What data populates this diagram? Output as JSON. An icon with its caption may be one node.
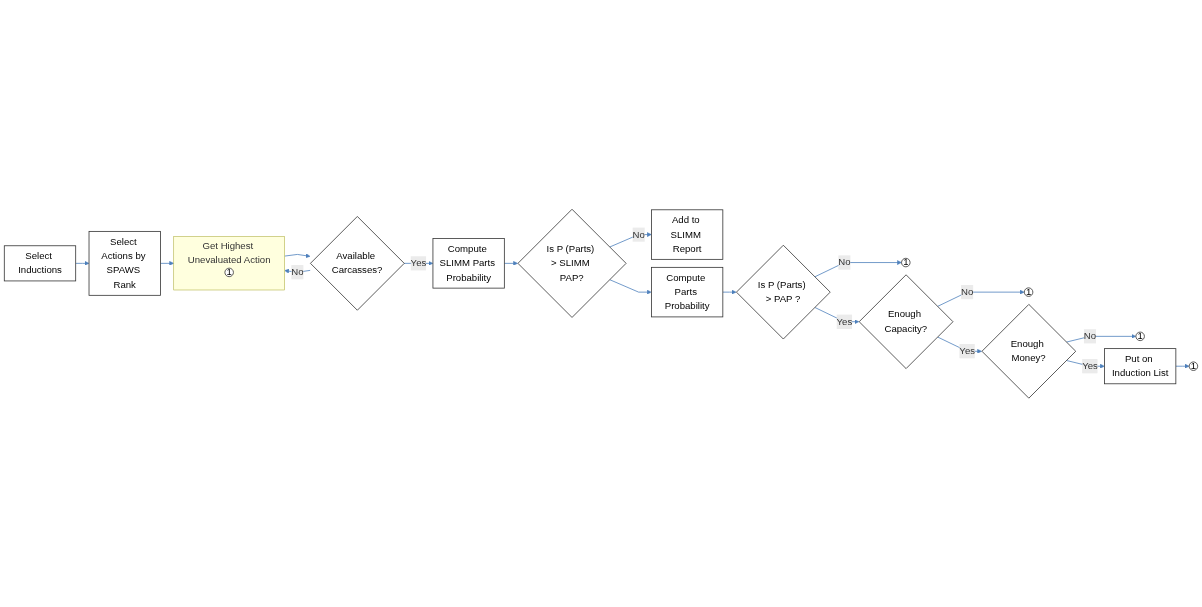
{
  "diagram": {
    "nodes": [
      {
        "text": [
          "Select Inductions"
        ]
      },
      {
        "text": [
          "Select Actions by SPAWS Rank"
        ]
      },
      {
        "text": [
          "Get Highest Unevaluated Action"
        ]
      },
      {
        "text": [
          "1"
        ],
        "in": 2
      },
      {
        "text": [
          "Available Carcasses?"
        ]
      },
      {
        "text": [
          "Compute SLIMM Parts Probability"
        ]
      },
      {
        "text": [
          "Is P (Parts) > SLIMM PAP?"
        ]
      },
      {
        "text": [
          "Add to SLIMM Report"
        ]
      },
      {
        "text": [
          "Compute Parts Probability"
        ]
      },
      {
        "text": [
          "1"
        ]
      },
      {
        "text": [
          "Is P (Parts) > PAP ?"
        ]
      },
      {
        "text": [
          "Enough Capacity?"
        ]
      },
      {
        "text": [
          "1"
        ]
      },
      {
        "text": [
          "Enough Money?"
        ]
      },
      {
        "text": [
          "1"
        ]
      },
      {
        "text": [
          "Put on Induction List"
        ]
      },
      {
        "text": [
          "1"
        ]
      }
    ],
    "edges": [
      {
        "from": 0,
        "to": 1,
        "arrow": "to"
      },
      {
        "from": 1,
        "to": 2,
        "arrow": "to"
      },
      {
        "from": 2,
        "to": 4,
        "arrow": "to"
      },
      {
        "from": 4,
        "to": 2,
        "arrow": "to",
        "label": "No"
      },
      {
        "from": 4,
        "to": 5,
        "arrow": "to",
        "label": "Yes"
      },
      {
        "from": 5,
        "to": 6,
        "arrow": "to"
      },
      {
        "from": 6,
        "to": 7,
        "arrow": "to",
        "label": "No"
      },
      {
        "from": 6,
        "to": 8,
        "arrow": "to"
      },
      {
        "from": 8,
        "to": 10,
        "arrow": "to"
      },
      {
        "from": 10,
        "to": 9,
        "arrow": "to",
        "label": "No"
      },
      {
        "from": 10,
        "to": 11,
        "arrow": "to",
        "label": "Yes"
      },
      {
        "from": 11,
        "to": 12,
        "arrow": "to",
        "label": "No"
      },
      {
        "from": 11,
        "to": 13,
        "arrow": "to",
        "label": "Yes"
      },
      {
        "from": 13,
        "to": 14,
        "arrow": "to",
        "label": "No"
      },
      {
        "from": 13,
        "to": 15,
        "arrow": "to",
        "label": "Yes"
      },
      {
        "from": 15,
        "to": 16,
        "arrow": "to"
      }
    ]
  }
}
